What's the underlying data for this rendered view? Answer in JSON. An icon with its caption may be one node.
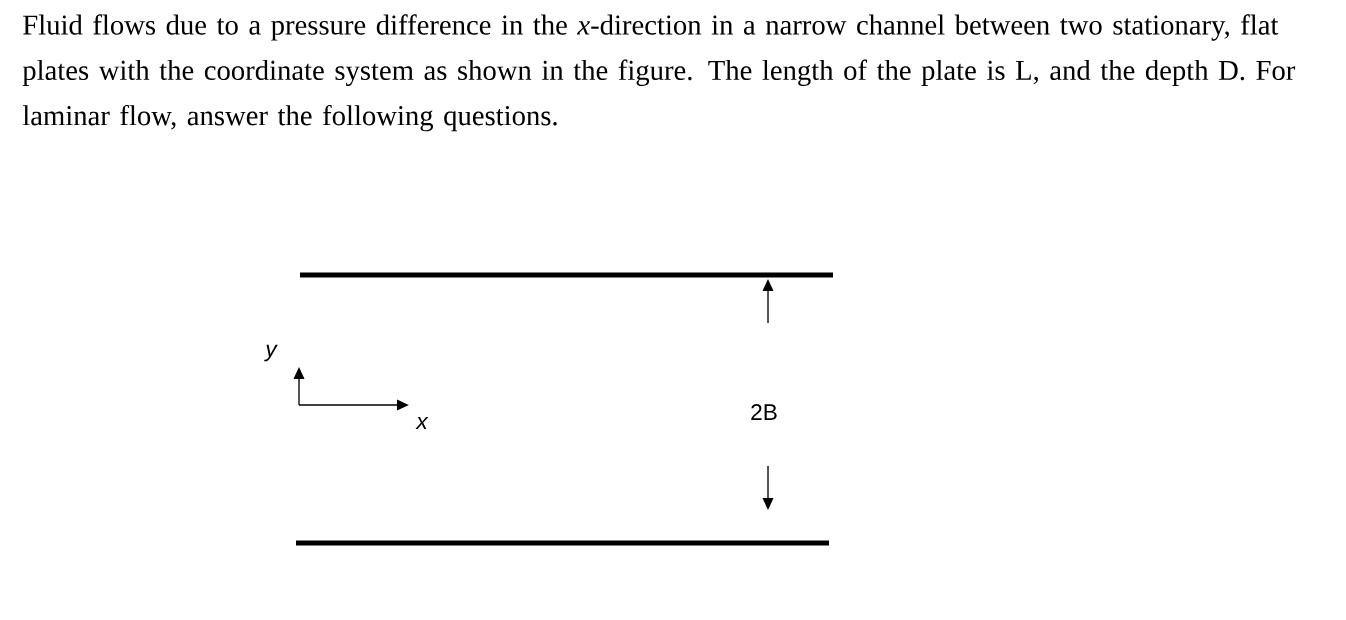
{
  "diagram": {
    "title": "Fluid flows due to a pressure difference in the *x*-direction in a narrow channel between two stationary, flat plates with the coordinate system as shown in the figure. The length of the plate is L, and the depth D. For laminar flow, answer the following questions.",
    "labels": [
      "y",
      "x",
      "2B"
    ]
  }
}
